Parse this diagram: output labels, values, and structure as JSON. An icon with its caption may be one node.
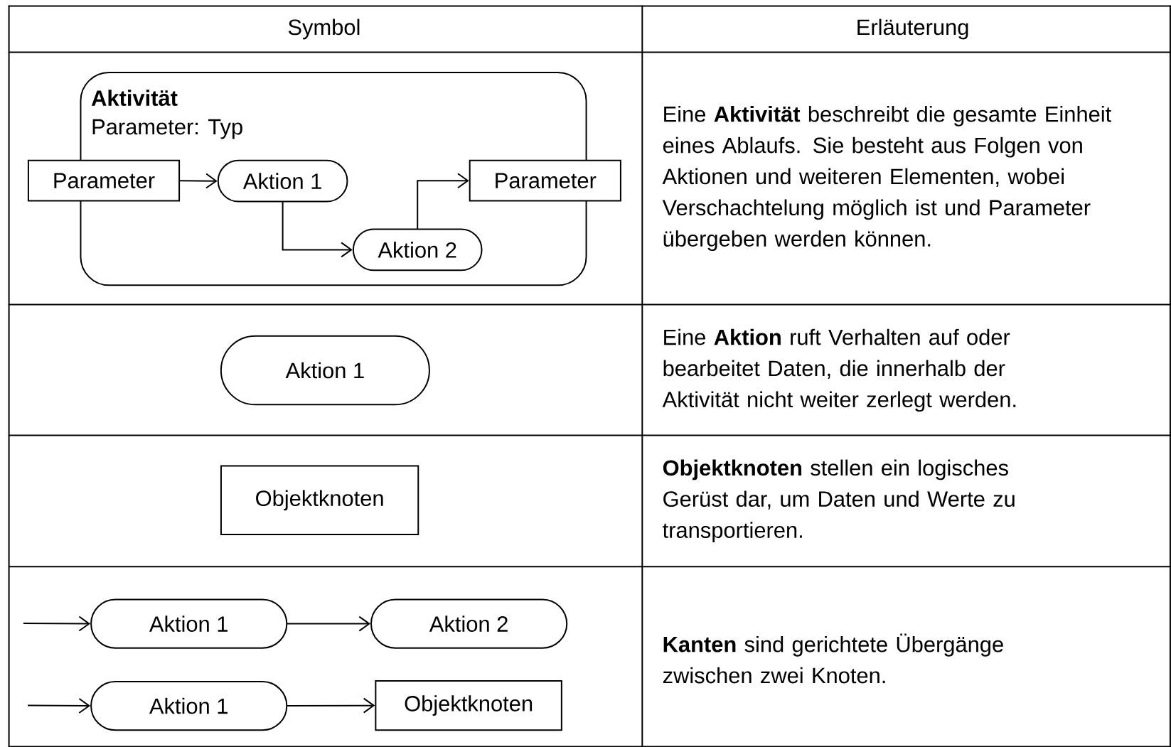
{
  "diagram": {
    "nodes": [
      {
        "text": [
          "Aktivität",
          "Parameter: Typ"
        ]
      },
      {
        "text": [
          "Parameter"
        ]
      },
      {
        "text": [
          "Aktion 1"
        ],
        "in": 0
      },
      {
        "text": [
          "Aktion 2"
        ],
        "in": 0
      },
      {
        "text": [
          "Parameter"
        ]
      },
      {
        "text": [
          "Aktion 1"
        ]
      },
      {
        "text": [
          "Objektknoten"
        ]
      },
      {
        "text": [
          "Aktion 1"
        ]
      },
      {
        "text": [
          "Aktion 2"
        ]
      },
      {
        "text": [
          "Aktion 1"
        ]
      },
      {
        "text": [
          "Objektknoten"
        ]
      }
    ],
    "edges": [
      {
        "from": 1,
        "to": 2,
        "arrow": "to"
      },
      {
        "from": 2,
        "to": 3,
        "arrow": "to"
      },
      {
        "from": 3,
        "to": 4,
        "arrow": "to"
      },
      {
        "from": null,
        "to": 7,
        "arrow": "to"
      },
      {
        "from": 7,
        "to": 8,
        "arrow": "to"
      },
      {
        "from": null,
        "to": 9,
        "arrow": "to"
      },
      {
        "from": 9,
        "to": 10,
        "arrow": "to"
      }
    ],
    "labels": [
      "Symbol",
      "Erläuterung",
      "Eine **Aktivität** beschreibt die gesamte Einheit eines Ablaufs. Sie besteht aus Folgen von Aktionen und weiteren Elementen, wobei Verschachtelung möglich ist und Parameter übergeben werden können.",
      "Eine **Aktion** ruft Verhalten auf oder bearbeitet Daten, die innerhalb der Aktivität nicht weiter zerlegt werden.",
      "**Objektknoten** stellen ein logisches Gerüst dar, um Daten und Werte zu transportieren.",
      "**Kanten** sind gerichtete Übergänge zwischen zwei Knoten."
    ]
  }
}
